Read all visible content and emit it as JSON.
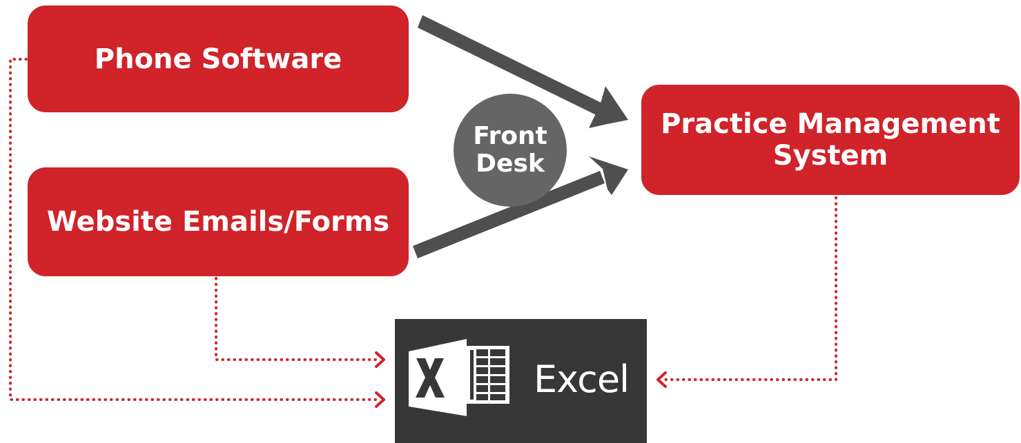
{
  "nodes": {
    "phone_software": "Phone Software",
    "website_emails_forms": "Website Emails/Forms",
    "practice_management_line1": "Practice Management",
    "practice_management_line2": "System",
    "front_desk_line1": "Front",
    "front_desk_line2": "Desk",
    "excel": "Excel"
  },
  "icons": {
    "excel_logo": "excel-logo-icon"
  },
  "colors": {
    "box_red": "#d0232a",
    "arrow_gray": "#4f4f4f",
    "circle_gray": "#656565",
    "excel_bg": "#373737",
    "dotted_red": "#d0232a"
  }
}
